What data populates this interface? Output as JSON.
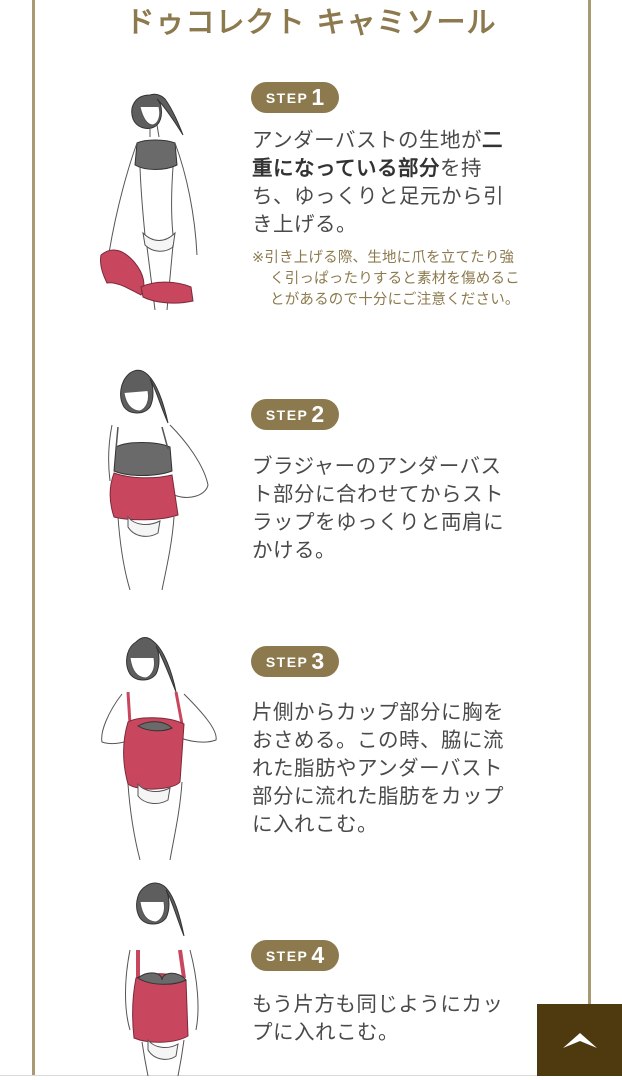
{
  "header": {
    "title": "ドゥコレクト キャミソール"
  },
  "colors": {
    "accent": "#8c7a4e",
    "frame": "#a99a72",
    "body_text": "#4a4a4a",
    "camisole": "#c9465f",
    "bra": "#6a6a6a",
    "back_to_top_bg": "#4f3a10"
  },
  "steps": [
    {
      "badge_label": "STEP",
      "badge_number": "1",
      "text_pre": "アンダーバストの生地が",
      "text_bold": "二重になっている部分",
      "text_post": "を持ち、ゆっくりと足元から引き上げる。",
      "note": "※引き上げる際、生地に爪を立てたり強く引っぱったりすると素材を傷めることがあるので十分にご注意ください。",
      "illustration": "woman-holding-camisole-at-feet"
    },
    {
      "badge_label": "STEP",
      "badge_number": "2",
      "text": "ブラジャーのアンダーバスト部分に合わせてからストラップをゆっくりと両肩にかける。",
      "illustration": "woman-pulling-camisole-to-bust"
    },
    {
      "badge_label": "STEP",
      "badge_number": "3",
      "text": "片側からカップ部分に胸をおさめる。この時、脇に流れた脂肪やアンダーバスト部分に流れた脂肪をカップに入れこむ。",
      "illustration": "woman-fitting-one-cup"
    },
    {
      "badge_label": "STEP",
      "badge_number": "4",
      "text": "もう片方も同じようにカップに入れこむ。",
      "illustration": "woman-wearing-camisole"
    }
  ],
  "back_to_top": {
    "icon": "chevron-up-icon"
  }
}
